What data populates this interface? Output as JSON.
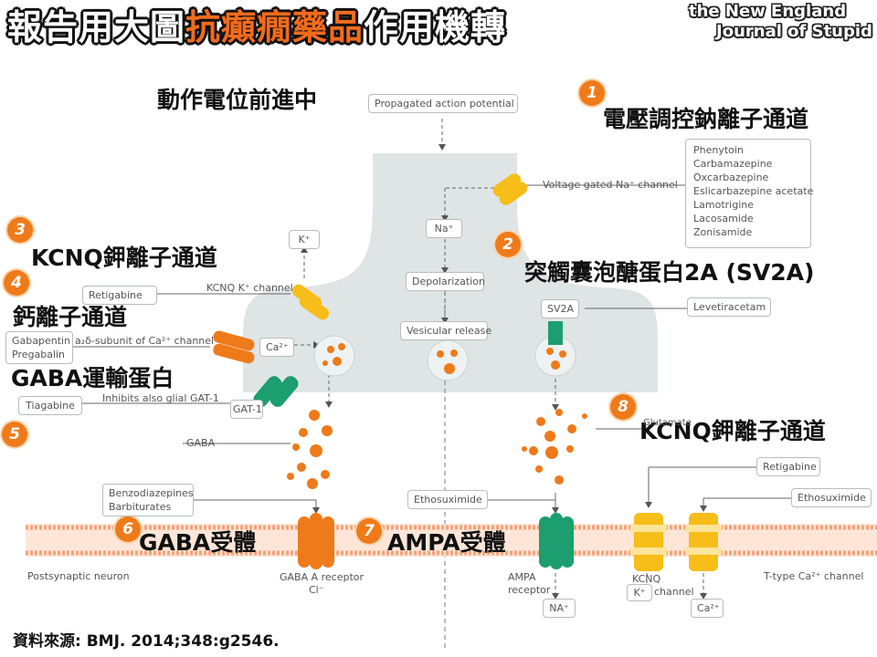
{
  "header": {
    "title_prefix": "報告用大圖",
    "title_highlight": "抗癲癇藥品",
    "title_suffix": "作用機轉",
    "logo_line1": "the New England",
    "logo_line2": "Journal of Stupid"
  },
  "zh_labels": {
    "action_potential": "動作電位前進中",
    "na_channel": "電壓調控鈉離子通道",
    "kcnq_left": "KCNQ鉀離子通道",
    "sv2a": "突觸囊泡醣蛋白2A (SV2A)",
    "calcium": "鈣離子通道",
    "gaba_transporter": "GABA運輸蛋白",
    "kcnq_right": "KCNQ鉀離子通道",
    "gaba_receptor": "GABA受體",
    "ampa_receptor": "AMPA受體"
  },
  "badges": [
    "1",
    "2",
    "3",
    "4",
    "5",
    "6",
    "7",
    "8"
  ],
  "boxes": {
    "propagated": "Propagated action potential",
    "na_drugs": [
      "Phenytoin",
      "Carbamazepine",
      "Oxcarbazepine",
      "Eslicarbazepine acetate",
      "Lamotrigine",
      "Lacosamide",
      "Zonisamide"
    ],
    "na_ion": "Na⁺",
    "k_ion": "K⁺",
    "depolarization": "Depolarization",
    "vesicular_release": "Vesicular release",
    "retigabine_left": "Retigabine",
    "sv2a": "SV2A",
    "levetiracetam": "Levetiracetam",
    "gabapentin": "Gabapentin",
    "pregabalin": "Pregabalin",
    "ca_ion": "Ca²⁺",
    "tiagabine": "Tiagabine",
    "gat1": "GAT-1",
    "benzo": "Benzodiazepines",
    "barbiturates": "Barbiturates",
    "ethosuximide_mid": "Ethosuximide",
    "retigabine_right": "Retigabine",
    "ethosuximide_right": "Ethosuximide",
    "na_out": "NA⁺",
    "k_out": "K⁺",
    "ca_out": "Ca²⁺"
  },
  "labels": {
    "vg_na": "Voltage gated Na⁺ channel",
    "kcnq_k": "KCNQ K⁺ channel",
    "a2d": "a₂δ-subunit of Ca²⁺ channel",
    "inhibits_gat": "Inhibits also glial GAT-1",
    "gaba": "GABA",
    "glutamate": "Glutamate",
    "postsynaptic": "Postsynaptic neuron",
    "gaba_a": "GABA A receptor",
    "cl": "Cl⁻",
    "ampa": "AMPA",
    "ampa2": "receptor",
    "kcnq": "KCNQ",
    "channel": "channel",
    "ttype": "T-type Ca²⁺ channel"
  },
  "source": "資料來源: BMJ. 2014;348:g2546.",
  "colors": {
    "orange": "#ef7a1a",
    "yellow": "#f7bd19",
    "green": "#1c9e6e",
    "neuron": "#dfe4e5",
    "membrane": "#f7b08c"
  }
}
